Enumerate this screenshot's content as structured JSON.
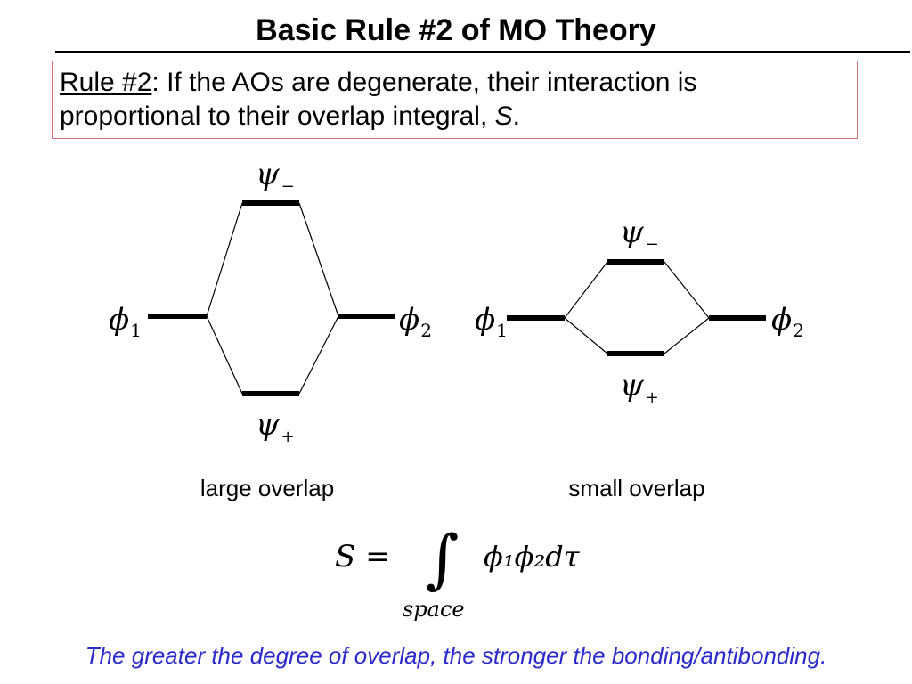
{
  "slide": {
    "title": "Basic Rule #2 of MO Theory",
    "rule_label": "Rule #2",
    "rule_text_1": ": If the AOs are degenerate, their interaction is",
    "rule_text_2": "proportional to their overlap integral, ",
    "rule_symbol": "S",
    "rule_end": "."
  },
  "diagrams": {
    "large": {
      "caption": "large overlap",
      "antibonding": {
        "symbol": "ψ",
        "sub": "−"
      },
      "bonding": {
        "symbol": "ψ",
        "sub": "+"
      },
      "left_ao": {
        "symbol": "ϕ",
        "sub": "1"
      },
      "right_ao": {
        "symbol": "ϕ",
        "sub": "2"
      }
    },
    "small": {
      "caption": "small overlap",
      "antibonding": {
        "symbol": "ψ",
        "sub": "−"
      },
      "bonding": {
        "symbol": "ψ",
        "sub": "+"
      },
      "left_ao": {
        "symbol": "ϕ",
        "sub": "1"
      },
      "right_ao": {
        "symbol": "ϕ",
        "sub": "2"
      }
    }
  },
  "formula": {
    "lhs": "S =",
    "integral": "∫",
    "limit": "space",
    "integrand": "ϕ₁ϕ₂dτ"
  },
  "footer": "The greater the degree of overlap, the stronger the bonding/antibonding.",
  "colors": {
    "rule_box_border": "#d07070",
    "footer_text": "#2a2acc",
    "line": "#000000"
  }
}
